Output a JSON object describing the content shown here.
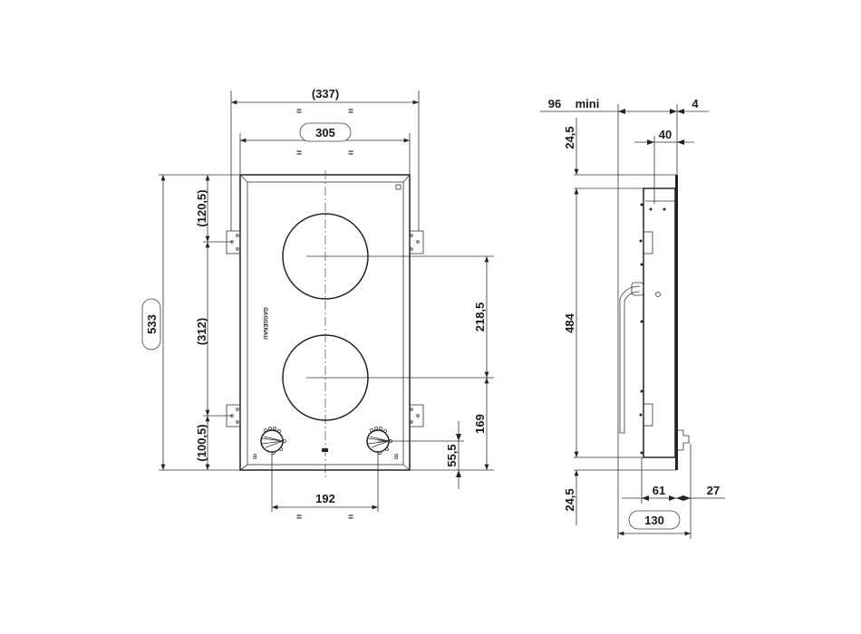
{
  "front_view": {
    "logo_text": "GAGGENAU",
    "dimensions": {
      "overall_width_brackets": "(337)",
      "cutout_width": "305",
      "overall_height": "533",
      "bracket_top_offset": "(120,5)",
      "bracket_spacing": "(312)",
      "bracket_bottom_offset": "(100,5)",
      "burner_spacing": "218,5",
      "burner_to_bottom": "169",
      "knob_to_bottom": "55,5",
      "knob_spacing": "192",
      "equal_mark": "="
    }
  },
  "side_view": {
    "dimensions": {
      "min_depth": "96",
      "min_label": "mini",
      "plate_thickness": "4",
      "bracket_depth": "40",
      "top_margin": "24,5",
      "body_height": "484",
      "bottom_margin": "24,5",
      "body_depth": "61",
      "knob_depth": "27",
      "total_depth": "130"
    }
  }
}
